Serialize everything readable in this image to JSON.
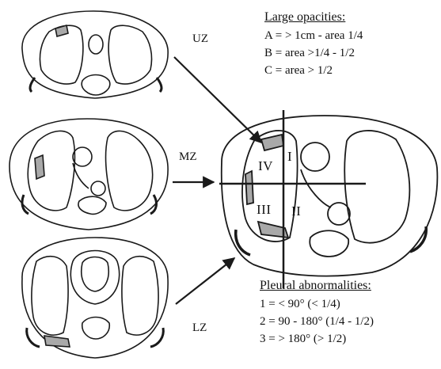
{
  "zone_labels": {
    "upper": "UZ",
    "middle": "MZ",
    "lower": "LZ"
  },
  "quadrant_labels": {
    "q1": "I",
    "q2": "II",
    "q3": "III",
    "q4": "IV"
  },
  "large_opacities": {
    "heading": "Large opacities:",
    "lines": [
      "A = > 1cm - area 1/4",
      "B = area >1/4 - 1/2",
      "C = area > 1/2"
    ]
  },
  "pleural_abnormalities": {
    "heading": "Pleural abnormalities:",
    "lines": [
      "1 = < 90° (< 1/4)",
      "2 = 90 - 180° (1/4 - 1/2)",
      "3 = > 180° (> 1/2)"
    ]
  },
  "colors": {
    "ink": "#1a1a1a",
    "shading": "#a9a9a9",
    "background": "#ffffff"
  }
}
